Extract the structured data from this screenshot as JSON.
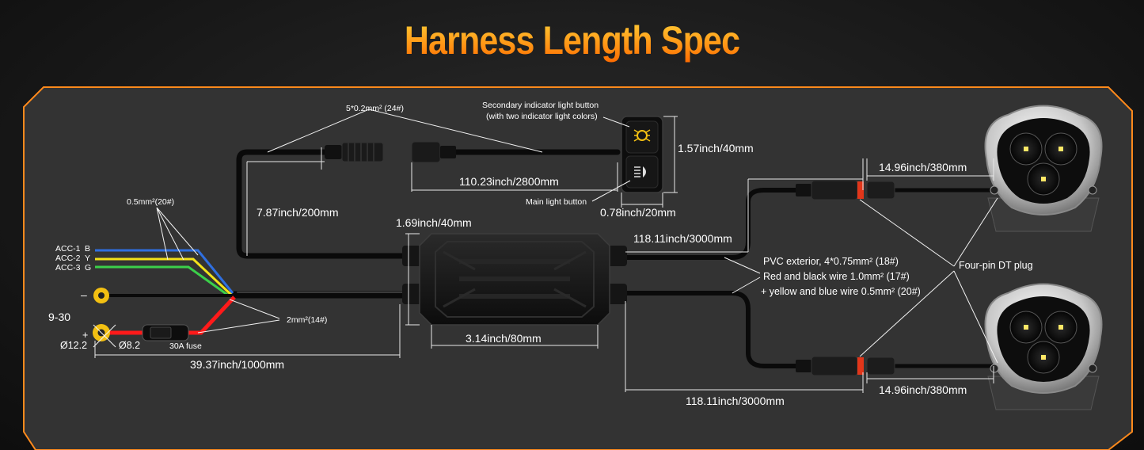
{
  "title": "Harness Length Spec",
  "labels": {
    "wire_spec_24": "5*0.2mm² (24#)",
    "secondary_button_1": "Secondary indicator light button",
    "secondary_button_2": "(with two indicator light colors)",
    "main_button": "Main light button",
    "dim_switch_height": "1.57inch/40mm",
    "dim_switch_width": "0.78inch/20mm",
    "dim_switch_cable": "110.23inch/2800mm",
    "dim_branch": "7.87inch/200mm",
    "dim_box_height": "1.69inch/40mm",
    "dim_box_width": "3.14inch/80mm",
    "dim_main_cable": "39.37inch/1000mm",
    "dim_light_cable_top": "118.11inch/3000mm",
    "dim_light_cable_bottom": "118.11inch/3000mm",
    "dim_pigtail_top": "14.96inch/380mm",
    "dim_pigtail_bottom": "14.96inch/380mm",
    "acc_wire_spec": "0.5mm²(20#)",
    "acc1": "ACC-1",
    "acc1_color": "B",
    "acc2": "ACC-2",
    "acc2_color": "Y",
    "acc3": "ACC-3",
    "acc3_color": "G",
    "negative": "–",
    "positive": "+",
    "voltage": "9-30",
    "ring_big": "Ø12.2",
    "ring_small": "Ø8.2",
    "fuse": "30A fuse",
    "power_wire_spec": "2mm²(14#)",
    "pvc_1": "PVC exterior, 4*0.75mm² (18#)",
    "pvc_2": "Red and black wire 1.0mm² (17#)",
    "pvc_3": "+ yellow and blue wire 0.5mm² (20#)",
    "dt_plug": "Four-pin DT plug"
  },
  "colors": {
    "title_top": "#ffd23a",
    "title_bottom": "#ff6a00",
    "frame_orange": "#ff8a1c",
    "panel": "#333333",
    "wire_blue": "#2f6fe0",
    "wire_yellow": "#f3e21a",
    "wire_green": "#3bd04a",
    "wire_red": "#ff1a1a",
    "terminal_yellow": "#f3c012",
    "connector_red": "#e2361a",
    "led_yellow": "#ffe866"
  }
}
